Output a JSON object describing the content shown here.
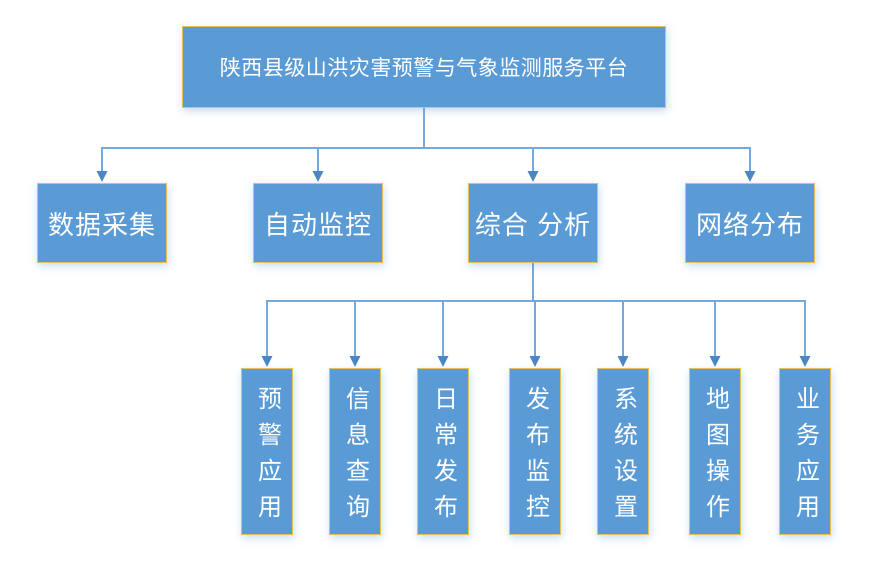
{
  "colors": {
    "box_fill": "#5B9BD5",
    "box_border": "#E4C05C",
    "connector_line": "#74A9DE",
    "arrow_fill": "#4C86C6",
    "box_text": "#FFFFFF",
    "background": "#FFFFFF"
  },
  "diagram": {
    "root": {
      "label": "陕西县级山洪灾害预警与气象监测服务平台"
    },
    "level2": [
      {
        "id": "data-collection",
        "label": "数据采集"
      },
      {
        "id": "auto-monitoring",
        "label": "自动监控"
      },
      {
        "id": "comprehensive-analysis",
        "label": "综合 分析"
      },
      {
        "id": "network-distribution",
        "label": "网络分布"
      }
    ],
    "level3": [
      {
        "id": "warning-application",
        "label": "预警应用"
      },
      {
        "id": "info-query",
        "label": "信息查询"
      },
      {
        "id": "daily-release",
        "label": "日常发布"
      },
      {
        "id": "release-monitoring",
        "label": "发布监控"
      },
      {
        "id": "system-settings",
        "label": "系统设置"
      },
      {
        "id": "map-operation",
        "label": "地图操作"
      },
      {
        "id": "business-application",
        "label": "业务应用"
      }
    ]
  }
}
